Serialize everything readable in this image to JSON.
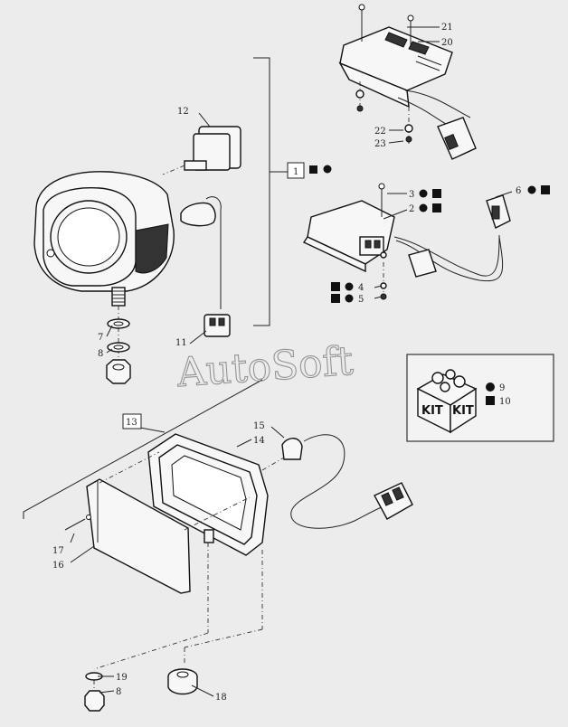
{
  "watermark": "AutoSoft",
  "kit": {
    "label_left": "KIT",
    "label_right": "KIT",
    "item_circle": "9",
    "item_square": "10"
  },
  "callouts": {
    "c1": "1",
    "c2": "2",
    "c3": "3",
    "c4": "4",
    "c5": "5",
    "c6": "6",
    "c7": "7",
    "c8": "8",
    "c8b": "8",
    "c11": "11",
    "c12": "12",
    "c13": "13",
    "c14": "14",
    "c15": "15",
    "c16": "16",
    "c17": "17",
    "c18": "18",
    "c19": "19",
    "c20": "20",
    "c21": "21",
    "c22": "22",
    "c23": "23"
  }
}
